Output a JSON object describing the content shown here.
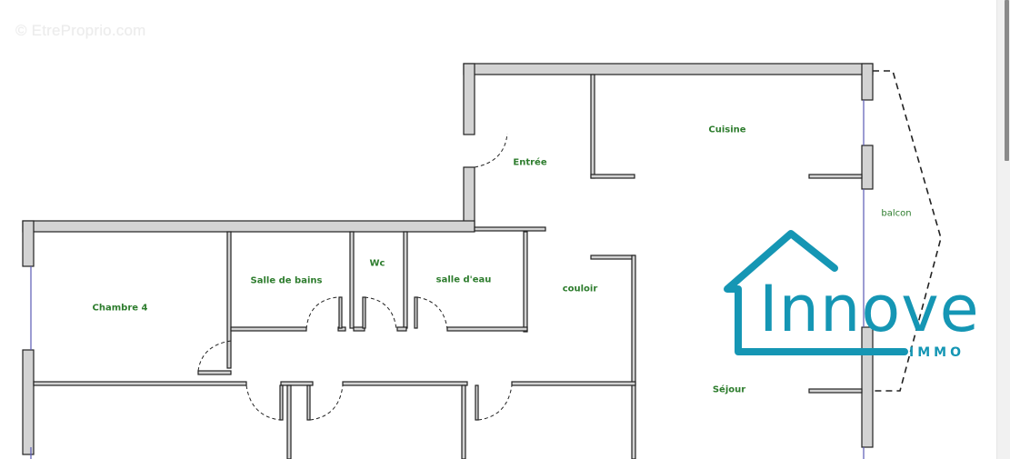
{
  "watermark": "© EtreProprio.com",
  "rooms": {
    "entree": "Entrée",
    "cuisine": "Cuisine",
    "balcon": "balcon",
    "chambre4": "Chambre 4",
    "salle_de_bains": "Salle de bains",
    "wc": "Wc",
    "salle_eau": "salle d'eau",
    "couloir": "couloir",
    "sejour": "Séjour"
  },
  "logo": {
    "name": "Innove",
    "sub": "IMMO",
    "color": "#1596b4"
  },
  "colors": {
    "wall_fill": "#d3d3d3",
    "wall_stroke": "#222222",
    "label": "#2e7d2e",
    "window": "#5a5ab4"
  }
}
